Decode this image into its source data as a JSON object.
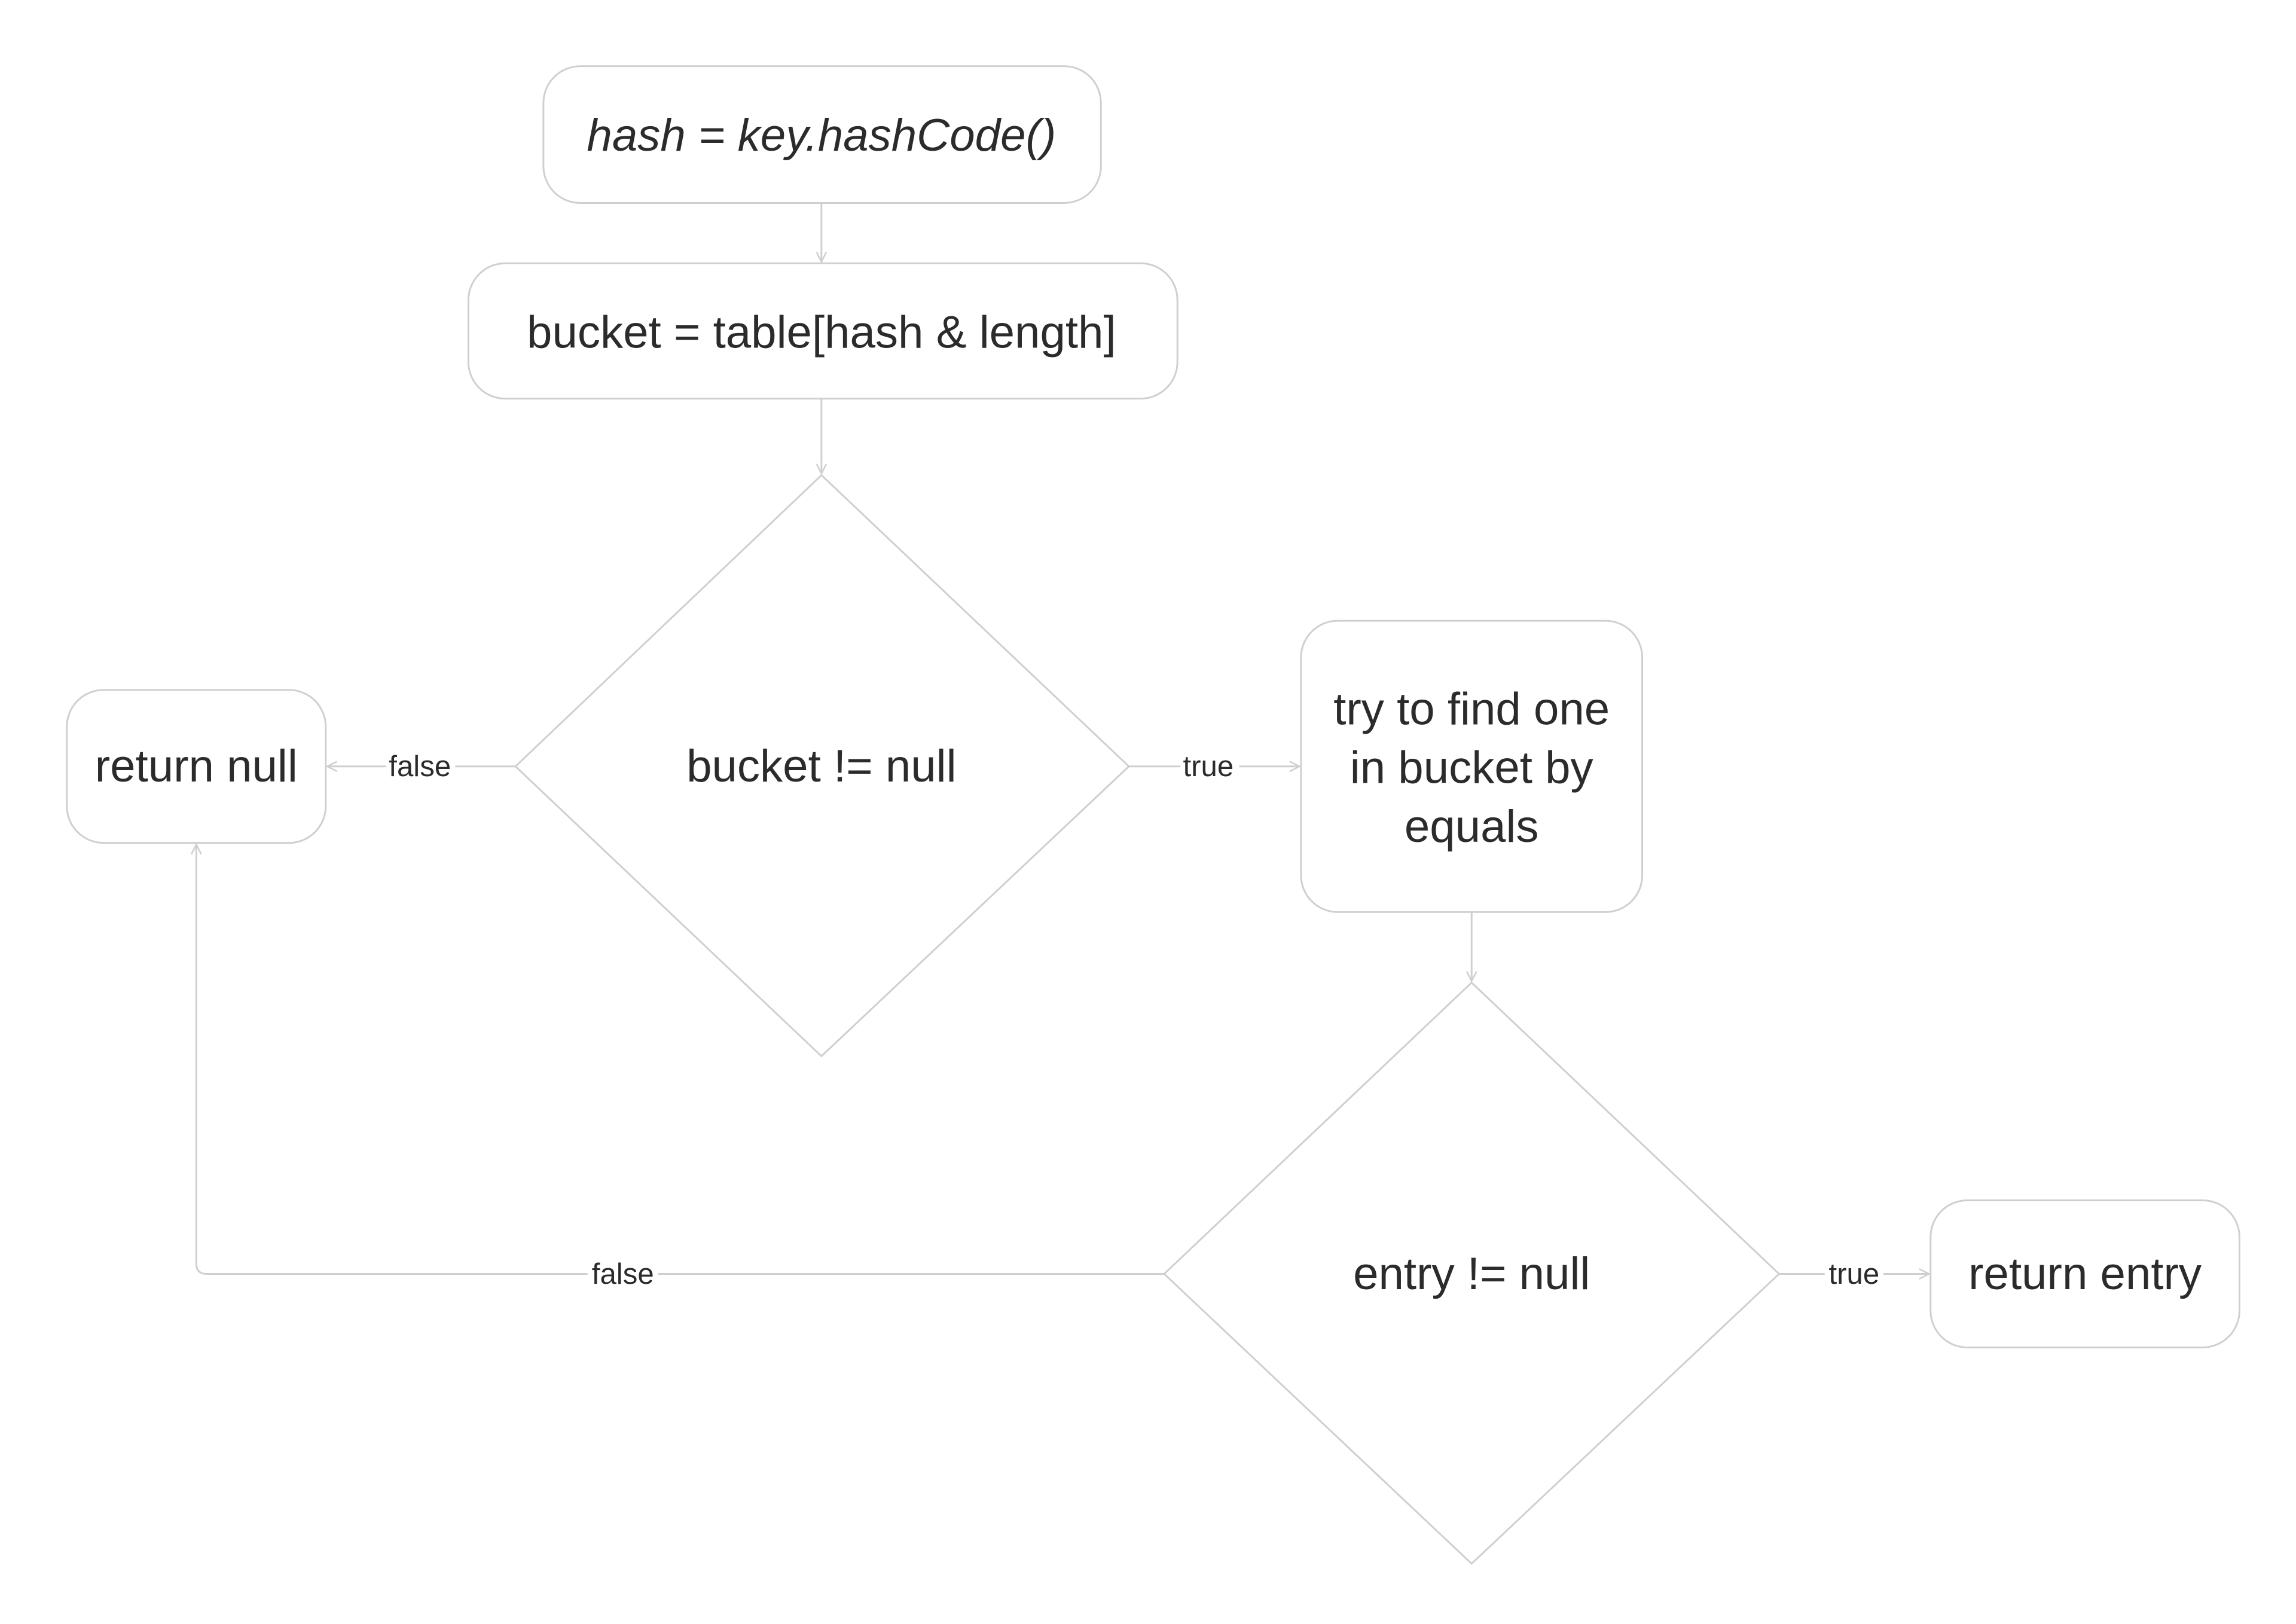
{
  "nodes": {
    "hash": "hash = key.hashCode()",
    "bucket": "bucket = table[hash & length]",
    "bucket_check": "bucket != null",
    "return_null": "return null",
    "find": [
      "try to find one",
      "in bucket by",
      "equals"
    ],
    "entry_check": "entry != null",
    "return_entry": "return entry"
  },
  "edges": {
    "bucket_false": "false",
    "bucket_true": "true",
    "entry_false": "false",
    "entry_true": "true"
  },
  "colors": {
    "line": "#cfcfcf",
    "text": "#2b2b2b"
  }
}
